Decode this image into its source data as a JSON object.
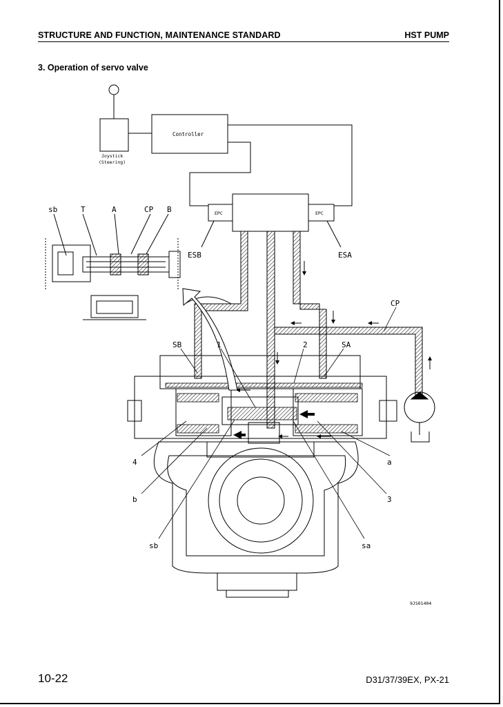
{
  "header": {
    "section": "STRUCTURE AND FUNCTION, MAINTENANCE STANDARD",
    "topic": "HST PUMP"
  },
  "title": "3.   Operation of servo valve",
  "diagram": {
    "controller": "Controller",
    "joystick_line1": "Joystick",
    "joystick_line2": "(Steering)",
    "epc_left": "EPC",
    "epc_right": "EPC",
    "esb": "ESB",
    "esa": "ESA",
    "cp_top": "CP",
    "sb_upper": "SB",
    "sa_upper": "SA",
    "num1": "1",
    "num2": "2",
    "num3": "3",
    "num4": "4",
    "a_right": "a",
    "b_left": "b",
    "sb_lower": "sb",
    "sa_lower": "sa",
    "inset": {
      "sb": "sb",
      "t": "T",
      "a": "A",
      "cp": "CP",
      "b": "B"
    },
    "figure_code": "9JS01404"
  },
  "footer": {
    "page_number": "10-22",
    "model": "D31/37/39EX, PX-21"
  }
}
